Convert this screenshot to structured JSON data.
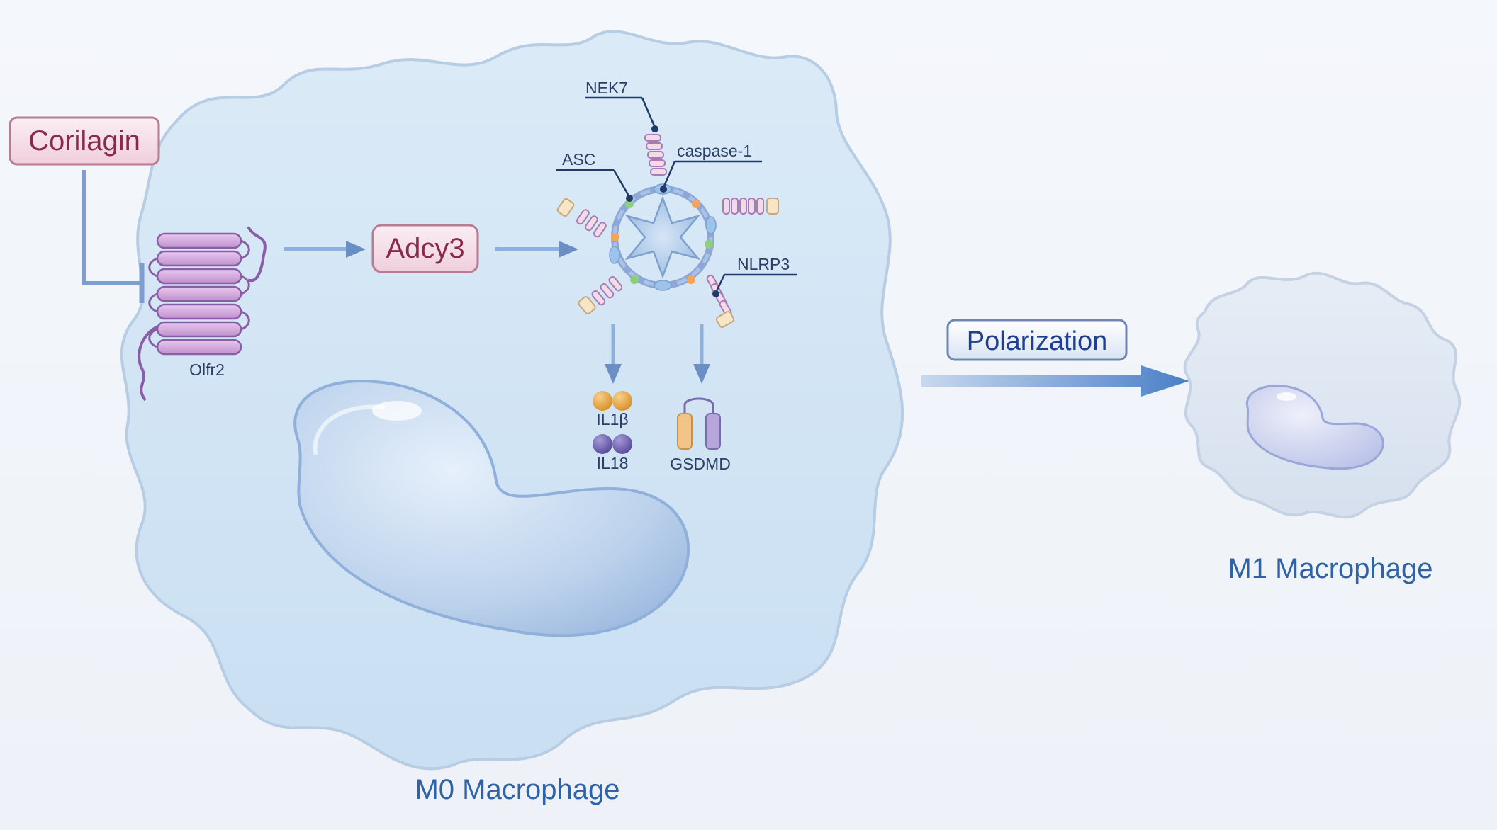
{
  "drug": {
    "label": "Corilagin"
  },
  "receptor": {
    "label": "Olfr2"
  },
  "enzyme": {
    "label": "Adcy3"
  },
  "inflammasome": {
    "components": {
      "nek7": "NEK7",
      "asc": "ASC",
      "caspase": "caspase-1",
      "nlrp3": "NLRP3"
    }
  },
  "products": {
    "il1b": "IL1β",
    "il18": "IL18",
    "gsdmd": "GSDMD"
  },
  "process": {
    "label": "Polarization"
  },
  "cells": {
    "m0": "M0 Macrophage",
    "m1": "M1 Macrophage"
  },
  "colors": {
    "cell_fill": "#d3e5f5",
    "cell_stroke": "#b6cde4",
    "arrow": "#6b8fc4",
    "inhibition_line": "#7f9dcf",
    "box_fill": "#f6dde6",
    "box_stroke": "#b77b92",
    "box_text": "#8a2a4a",
    "receptor": "#c79ad4",
    "receptor_stroke": "#8a5ea6",
    "label_blue": "#2f63a8"
  }
}
